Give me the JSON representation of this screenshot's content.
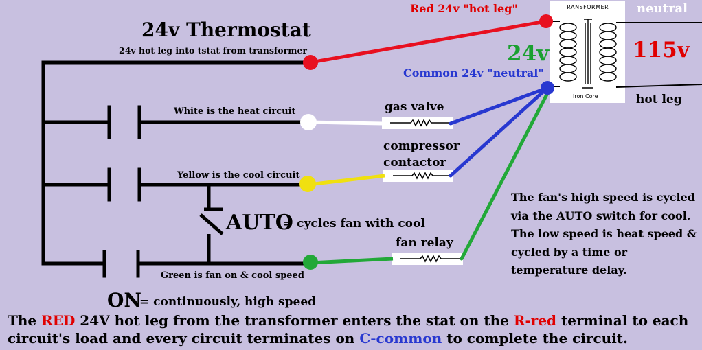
{
  "diagram": {
    "title": "24v Thermostat",
    "subtitle": "24v hot leg into tstat from transformer",
    "circuits": {
      "white": "White is the heat circuit",
      "yellow": "Yellow is the cool circuit",
      "green": "Green is fan on & cool speed"
    },
    "switches": {
      "auto_label": "AUTO",
      "auto_desc": "= cycles fan with cool",
      "on_label": "ON",
      "on_desc": "= continuously, high speed"
    },
    "loads": {
      "gas_valve": "gas valve",
      "compressor_line1": "compressor",
      "compressor_line2": "contactor",
      "fan_relay": "fan relay"
    },
    "transformer": {
      "title": "TRANSFORMER",
      "core": "Iron Core",
      "red_label": "Red 24v \"hot leg\"",
      "common_label": "Common 24v \"neutral\"",
      "secondary_voltage": "24v",
      "primary_voltage": "115v",
      "neutral": "neutral",
      "hot_leg": "hot leg"
    },
    "fan_note": [
      "The fan's high speed is cycled",
      "via the AUTO switch for cool.",
      "The low speed is heat speed &",
      "cycled by a time or",
      "temperature delay."
    ],
    "bottom_note": {
      "p1": "The ",
      "red1": "RED",
      "p2": " 24V hot leg from the transformer enters the stat on the ",
      "red2": "R-red",
      "p3": " terminal to each circuit's load and every circuit terminates on ",
      "blue1": "C-common",
      "p4": " to complete the circuit."
    },
    "colors": {
      "background": "#c8c0e0",
      "red_wire": "#e81020",
      "blue_wire": "#2838d0",
      "green_wire": "#22a838",
      "yellow_wire": "#f0e010",
      "white_wire": "#ffffff"
    }
  }
}
